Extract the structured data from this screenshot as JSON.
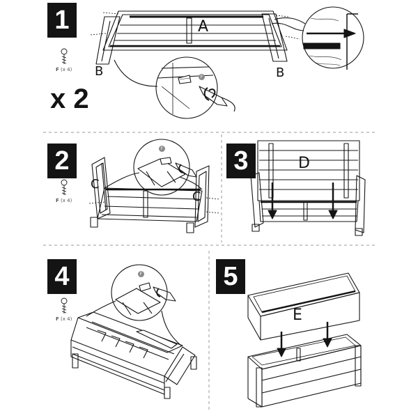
{
  "steps": [
    {
      "number": "1",
      "multiplier": "x 2",
      "parts": [
        "A",
        "B",
        "B"
      ],
      "screw": {
        "letter": "F",
        "qty": "(x 4)"
      }
    },
    {
      "number": "2",
      "parts": [
        "C",
        "C"
      ],
      "screw": {
        "letter": "F",
        "qty": "(x 4)"
      }
    },
    {
      "number": "3",
      "parts": [
        "D"
      ]
    },
    {
      "number": "4",
      "screw": {
        "letter": "F",
        "qty": "(x 4)"
      }
    },
    {
      "number": "5",
      "parts": [
        "E"
      ]
    }
  ],
  "colors": {
    "ink": "#141414",
    "divider": "#9a9a9a",
    "tag": "#8a8a8a"
  }
}
